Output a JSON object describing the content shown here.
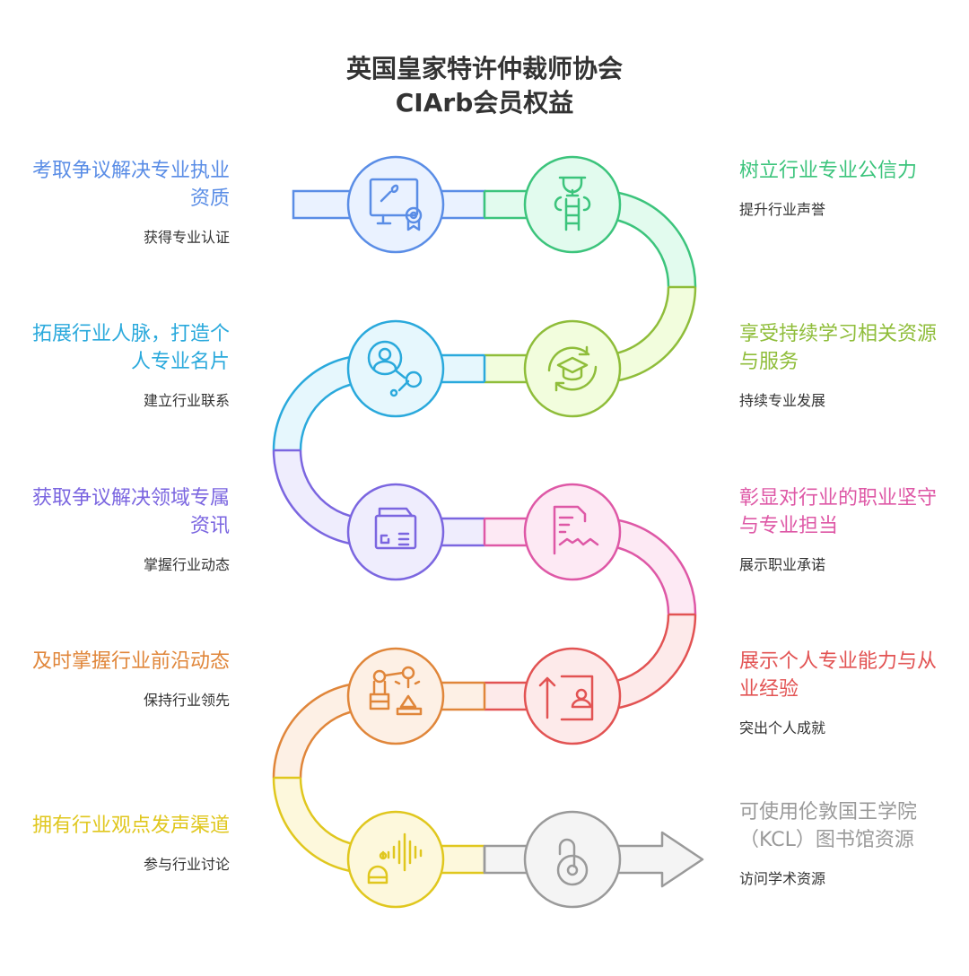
{
  "title": {
    "line1": "英国皇家特许仲裁师协会",
    "line2": "CIArb会员权益"
  },
  "steps": [
    {
      "side": "left",
      "title": "考取争议解决专业执业资质",
      "subtitle": "获得专业认证",
      "icon": "monitor-certificate-icon",
      "stroke": "#5a8de6",
      "fill": "#eaf2ff"
    },
    {
      "side": "right",
      "title": "树立行业专业公信力",
      "subtitle": "提升行业声誉",
      "icon": "trophy-ladder-icon",
      "stroke": "#3cc47c",
      "fill": "#e2fbee"
    },
    {
      "side": "right",
      "title": "享受持续学习相关资源与服务",
      "subtitle": "持续专业发展",
      "icon": "graduation-cycle-icon",
      "stroke": "#8fbd3a",
      "fill": "#f2fddd"
    },
    {
      "side": "left",
      "title": "拓展行业人脉，打造个人专业名片",
      "subtitle": "建立行业联系",
      "icon": "user-network-icon",
      "stroke": "#2aa9dc",
      "fill": "#e6f7fd"
    },
    {
      "side": "left",
      "title": "获取争议解决领域专属资讯",
      "subtitle": "掌握行业动态",
      "icon": "news-icon",
      "stroke": "#7b66e0",
      "fill": "#efedfd"
    },
    {
      "side": "right",
      "title": "彰显对行业的职业坚守与专业担当",
      "subtitle": "展示职业承诺",
      "icon": "contract-handshake-icon",
      "stroke": "#de58a6",
      "fill": "#fde9f4"
    },
    {
      "side": "right",
      "title": "展示个人专业能力与从业经验",
      "subtitle": "突出个人成就",
      "icon": "profile-upload-icon",
      "stroke": "#e25353",
      "fill": "#fdeaea"
    },
    {
      "side": "left",
      "title": "及时掌握行业前沿动态",
      "subtitle": "保持行业领先",
      "icon": "robot-arm-icon",
      "stroke": "#e0863a",
      "fill": "#fdf0e5"
    },
    {
      "side": "left",
      "title": "拥有行业观点发声渠道",
      "subtitle": "参与行业讨论",
      "icon": "voice-bot-icon",
      "stroke": "#e0c71e",
      "fill": "#fdf8dc"
    },
    {
      "side": "right",
      "title": "可使用伦敦国王学院（KCL）图书馆资源",
      "subtitle": "访问学术资源",
      "icon": "unlock-icon",
      "stroke": "#9a9a9a",
      "fill": "#f4f4f4"
    }
  ]
}
